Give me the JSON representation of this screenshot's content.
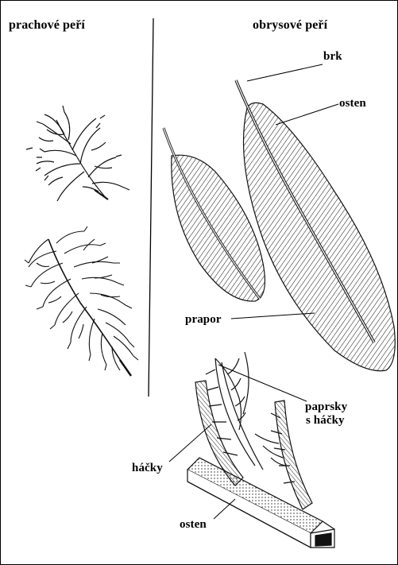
{
  "headings": {
    "down": "prachové peří",
    "contour": "obrysové peří"
  },
  "labels": {
    "brk": "brk",
    "osten_top": "osten",
    "prapor": "prapor",
    "paprsky_line1": "paprsky",
    "paprsky_line2": "s háčky",
    "hacky": "háčky",
    "osten_bottom": "osten"
  }
}
